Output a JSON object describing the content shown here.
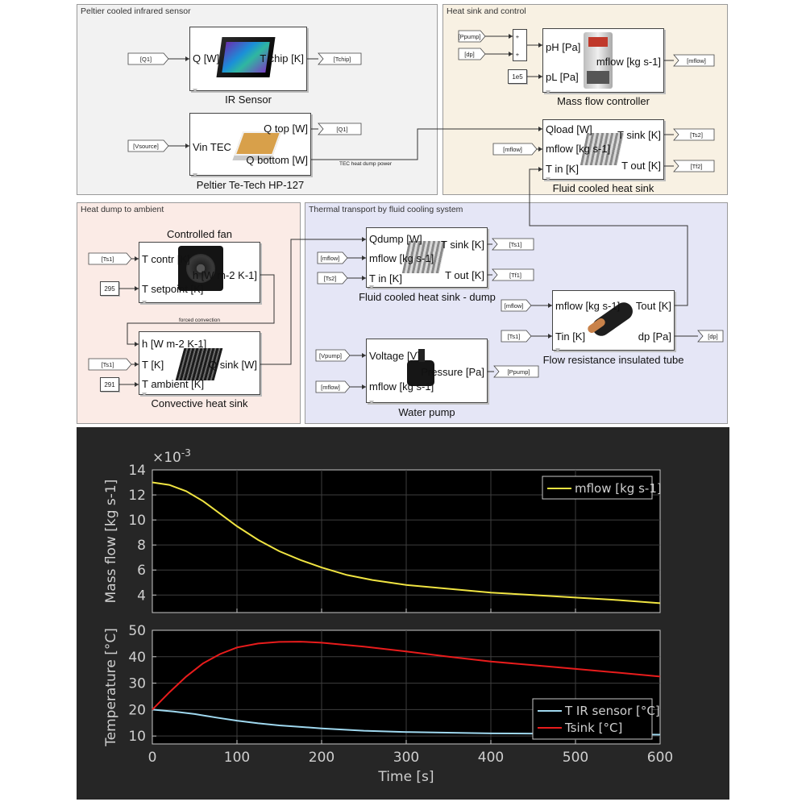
{
  "diagram": {
    "regions": {
      "ir": "Peltier cooled infrared sensor",
      "heatsink": "Heat sink and control",
      "dump": "Heat dump to ambient",
      "thermal": "Thermal transport by fluid cooling system"
    },
    "blocks": {
      "ir_sensor": {
        "caption": "IR Sensor",
        "in": [
          "Q [W]"
        ],
        "out": [
          "T chip [K]"
        ]
      },
      "peltier": {
        "caption": "Peltier Te-Tech HP-127",
        "in": [
          "Vin TEC"
        ],
        "out": [
          "Q top [W]",
          "Q bottom [W]"
        ]
      },
      "mfc": {
        "caption": "Mass flow controller",
        "in": [
          "pH [Pa]",
          "pL [Pa]"
        ],
        "out": [
          "mflow [kg s-1]"
        ]
      },
      "fchs": {
        "caption": "Fluid cooled heat sink",
        "in": [
          "Qload [W]",
          "mflow [kg s-1]",
          "T in [K]"
        ],
        "out": [
          "T sink [K]",
          "T out [K]"
        ]
      },
      "fan": {
        "caption": "Controlled fan",
        "in": [
          "T contr [K]",
          "T setpoint [K]"
        ],
        "out": [
          "h [W m-2 K-1]"
        ]
      },
      "conv": {
        "caption": "Convective heat sink",
        "in": [
          "h [W m-2 K-1]",
          "T [K]",
          "T ambient [K]"
        ],
        "out": [
          "Q sink [W]"
        ]
      },
      "fchs_dump": {
        "caption": "Fluid cooled heat sink - dump",
        "in": [
          "Qdump [W]",
          "mflow [kg s-1]",
          "T in [K]"
        ],
        "out": [
          "T sink [K]",
          "T out [K]"
        ]
      },
      "tube": {
        "caption": "Flow resistance insulated tube",
        "in": [
          "mflow [kg s-1]",
          "Tin [K]"
        ],
        "out": [
          "Tout [K]",
          "dp [Pa]"
        ]
      },
      "pump": {
        "caption": "Water pump",
        "in": [
          "Voltage [V]",
          "mflow [kg s-1]"
        ],
        "out": [
          "Pressure [Pa]"
        ]
      }
    },
    "tags": {
      "q1_in": "[Q1]",
      "tchip": "[Tchip]",
      "vsource": "[Vsource]",
      "q1_out": "[Q1]",
      "ppump_in": "[Ppump]",
      "dp_in": "[dp]",
      "mflow_out": "[mflow]",
      "mflow_in_hs": "[mflow]",
      "ts2_out": "[Ts2]",
      "tf2_out": "[Tf2]",
      "ts1_fan": "[Ts1]",
      "ts1_conv": "[Ts1]",
      "mflow_dump": "[mflow]",
      "ts2_dump": "[Ts2]",
      "ts1_dump_out": "[Ts1]",
      "tf1_out": "[Tf1]",
      "mflow_tube": "[mflow]",
      "ts1_tube": "[Ts1]",
      "dp_out": "[dp]",
      "vpump": "[Vpump]",
      "mflow_pump": "[mflow]",
      "ppump_out": "[Ppump]"
    },
    "constants": {
      "pl": "1e5",
      "setpoint": "295",
      "ambient": "291"
    },
    "sum_signs": [
      "+",
      "+"
    ],
    "wire_labels": {
      "tec": "TEC heat dump power",
      "forced": "forced convection"
    }
  },
  "chart_data": [
    {
      "type": "line",
      "ylabel": "Mass flow  [kg s-1]",
      "y_multiplier": "×10-3",
      "xlim": [
        0,
        600
      ],
      "ylim": [
        2.6,
        14
      ],
      "yticks": [
        4,
        6,
        8,
        10,
        12,
        14
      ],
      "grid": true,
      "legend_position": "top-right",
      "series": [
        {
          "name": "mflow [kg s-1]",
          "color": "#f0e442",
          "x": [
            0,
            20,
            40,
            60,
            80,
            100,
            125,
            150,
            175,
            200,
            230,
            260,
            300,
            350,
            400,
            450,
            500,
            550,
            600
          ],
          "y": [
            13.0,
            12.8,
            12.3,
            11.5,
            10.5,
            9.5,
            8.4,
            7.5,
            6.8,
            6.2,
            5.6,
            5.2,
            4.8,
            4.5,
            4.2,
            4.0,
            3.8,
            3.6,
            3.35
          ]
        }
      ]
    },
    {
      "type": "line",
      "ylabel": "Temperature [°C]",
      "xlabel": "Time [s]",
      "xlim": [
        0,
        600
      ],
      "ylim": [
        7,
        50
      ],
      "xticks": [
        0,
        100,
        200,
        300,
        400,
        500,
        600
      ],
      "yticks": [
        10,
        20,
        30,
        40,
        50
      ],
      "grid": true,
      "legend_position": "bottom-right",
      "series": [
        {
          "name": "T IR sensor [°C]",
          "color": "#9fd8ef",
          "x": [
            0,
            25,
            50,
            75,
            100,
            125,
            150,
            200,
            250,
            300,
            400,
            500,
            600
          ],
          "y": [
            20.0,
            19.3,
            18.3,
            17.0,
            15.8,
            14.8,
            14.0,
            12.9,
            12.0,
            11.5,
            11.0,
            10.8,
            10.5
          ]
        },
        {
          "name": "Tsink [°C]",
          "color": "#e81c1c",
          "x": [
            0,
            20,
            40,
            60,
            80,
            100,
            125,
            150,
            175,
            200,
            250,
            300,
            350,
            400,
            450,
            500,
            550,
            600
          ],
          "y": [
            20.0,
            26.5,
            32.5,
            37.5,
            41.0,
            43.5,
            45.0,
            45.6,
            45.7,
            45.3,
            43.8,
            42.0,
            40.0,
            38.2,
            36.8,
            35.4,
            34.0,
            32.5
          ]
        }
      ]
    }
  ]
}
